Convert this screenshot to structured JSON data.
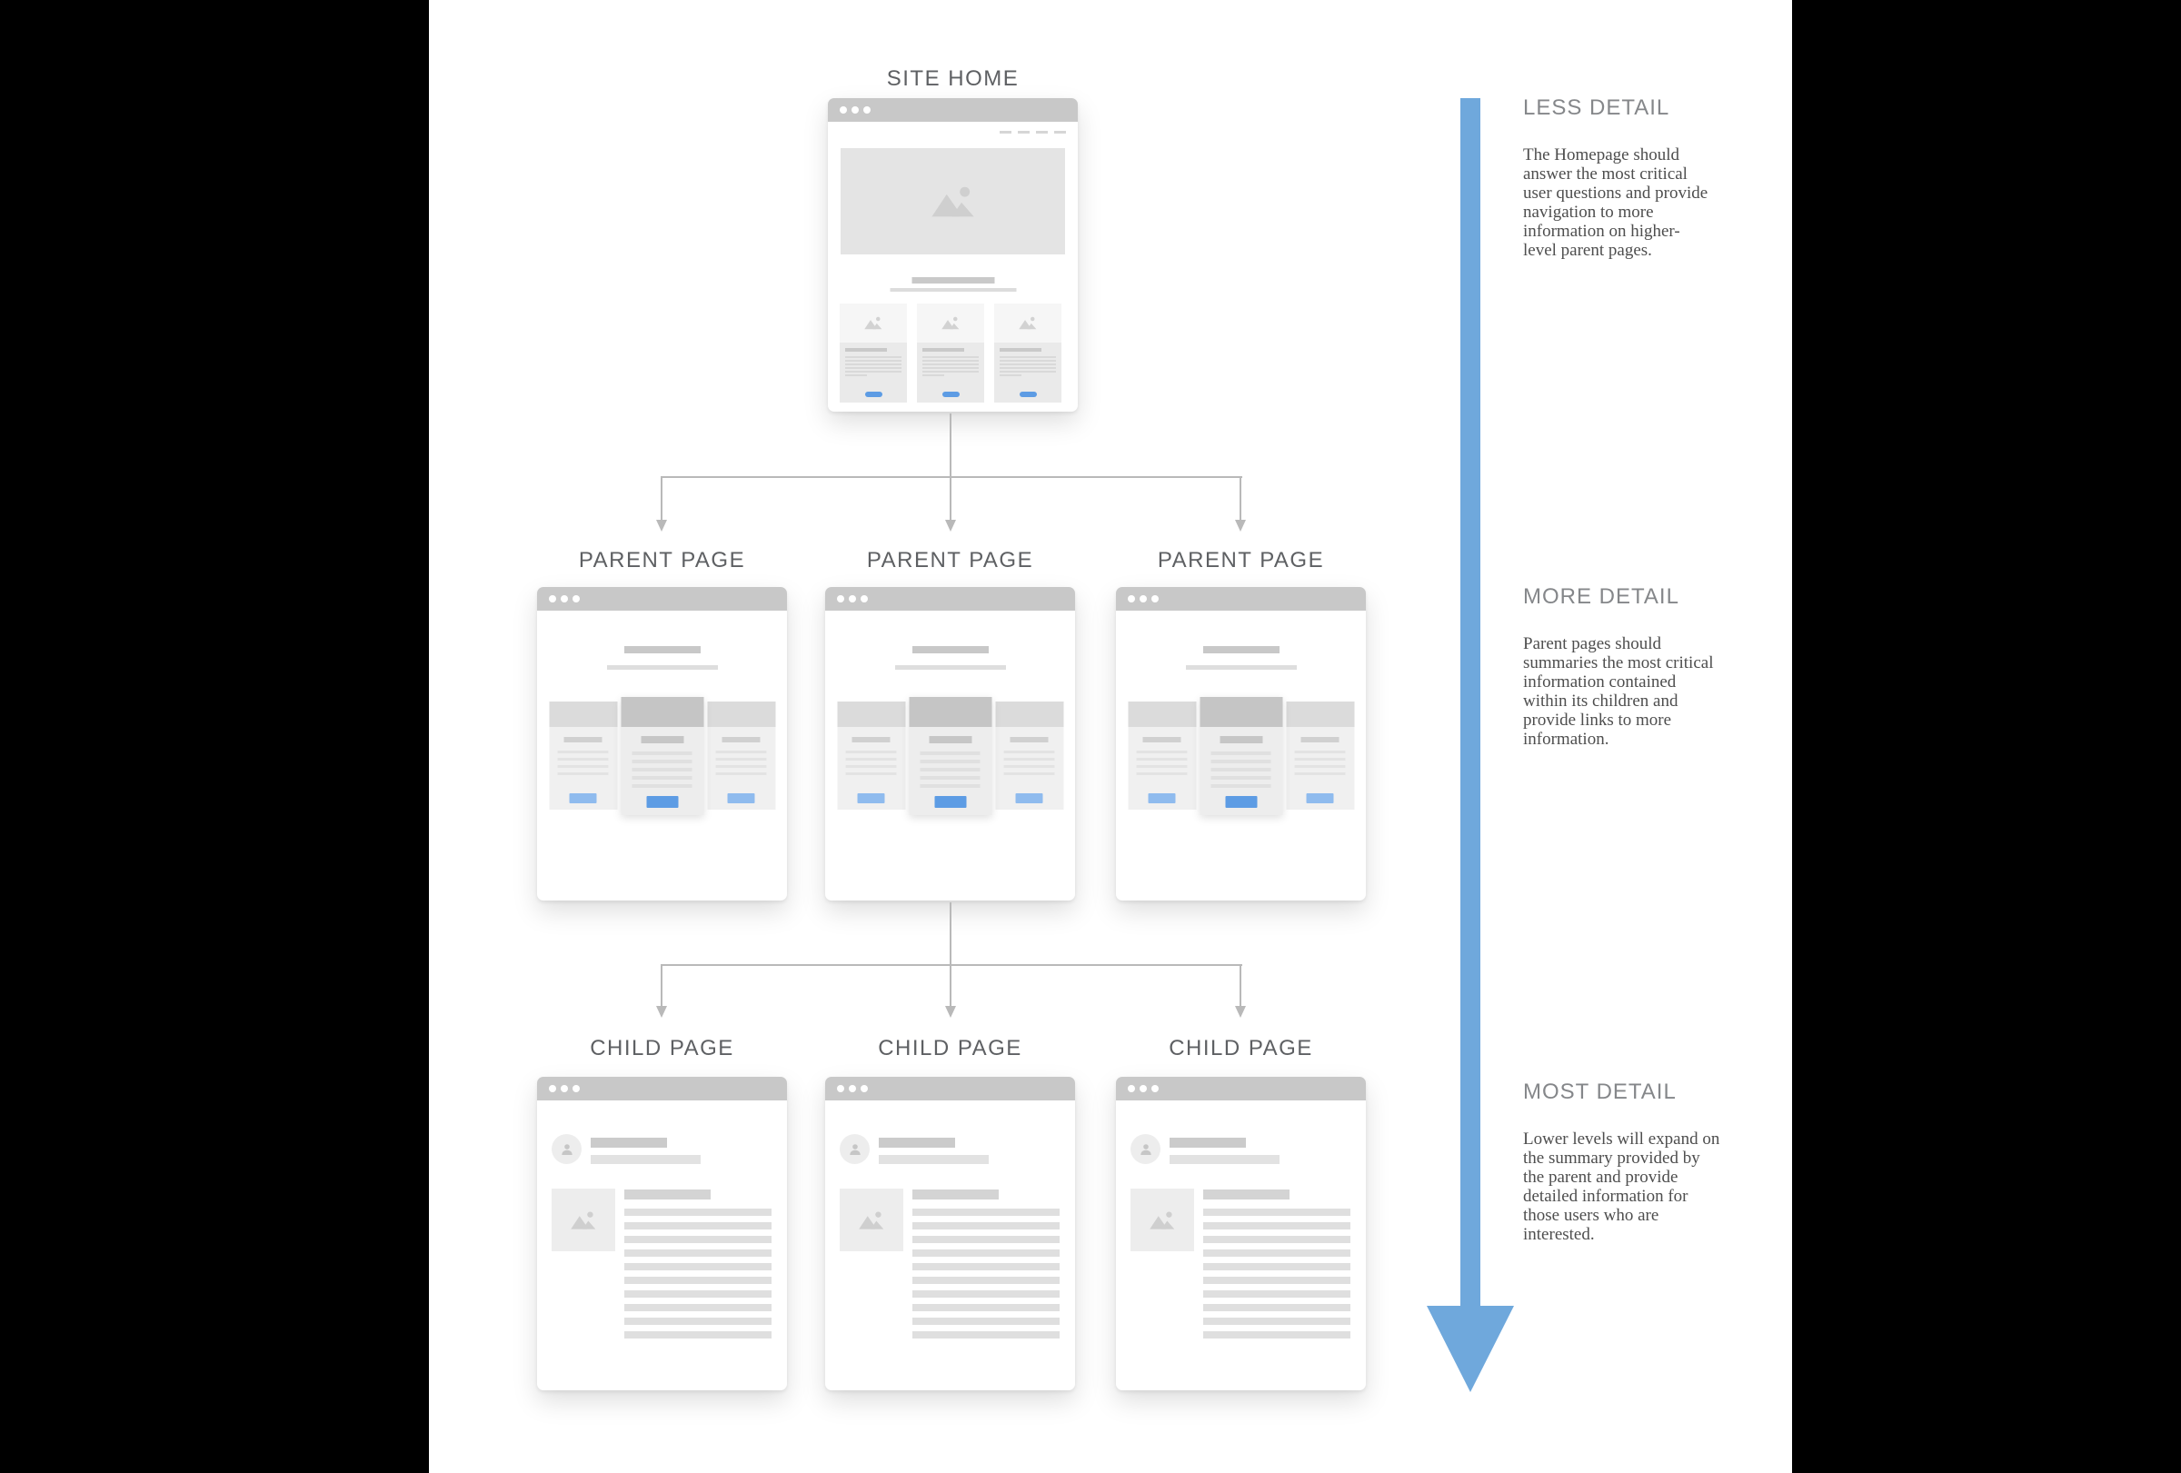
{
  "frame": {
    "background": "#000000",
    "canvas_background": "#ffffff"
  },
  "diagram": {
    "site_home": {
      "label": "SITE HOME"
    },
    "parent_pages": [
      {
        "label": "PARENT PAGE"
      },
      {
        "label": "PARENT PAGE"
      },
      {
        "label": "PARENT PAGE"
      }
    ],
    "child_pages": [
      {
        "label": "CHILD PAGE"
      },
      {
        "label": "CHILD PAGE"
      },
      {
        "label": "CHILD PAGE"
      }
    ],
    "connector_color": "#b9b9b9"
  },
  "annotations": {
    "arrow_color": "#6fa8dc",
    "sections": [
      {
        "heading": "LESS DETAIL",
        "body": "The Homepage should\nanswer the most critical\nuser questions and provide\nnavigation to more\ninformation on higher-\nlevel parent pages."
      },
      {
        "heading": "MORE DETAIL",
        "body": "Parent pages should\nsummaries the most critical\ninformation contained\nwithin its children and\nprovide links to more\ninformation."
      },
      {
        "heading": "MOST DETAIL",
        "body": "Lower levels will expand on\nthe summary provided by\nthe parent and provide\ndetailed information for\nthose users who are\ninterested."
      }
    ]
  },
  "icons": {
    "window_controls": "window-control-dots",
    "image_placeholder": "mountain-image-icon",
    "author_placeholder": "person-avatar-icon"
  },
  "colors": {
    "cta_button_blue": "#5d9ce4",
    "cta_button_light_blue": "#8fbbee",
    "browser_chrome_gray": "#c8c8c8"
  }
}
